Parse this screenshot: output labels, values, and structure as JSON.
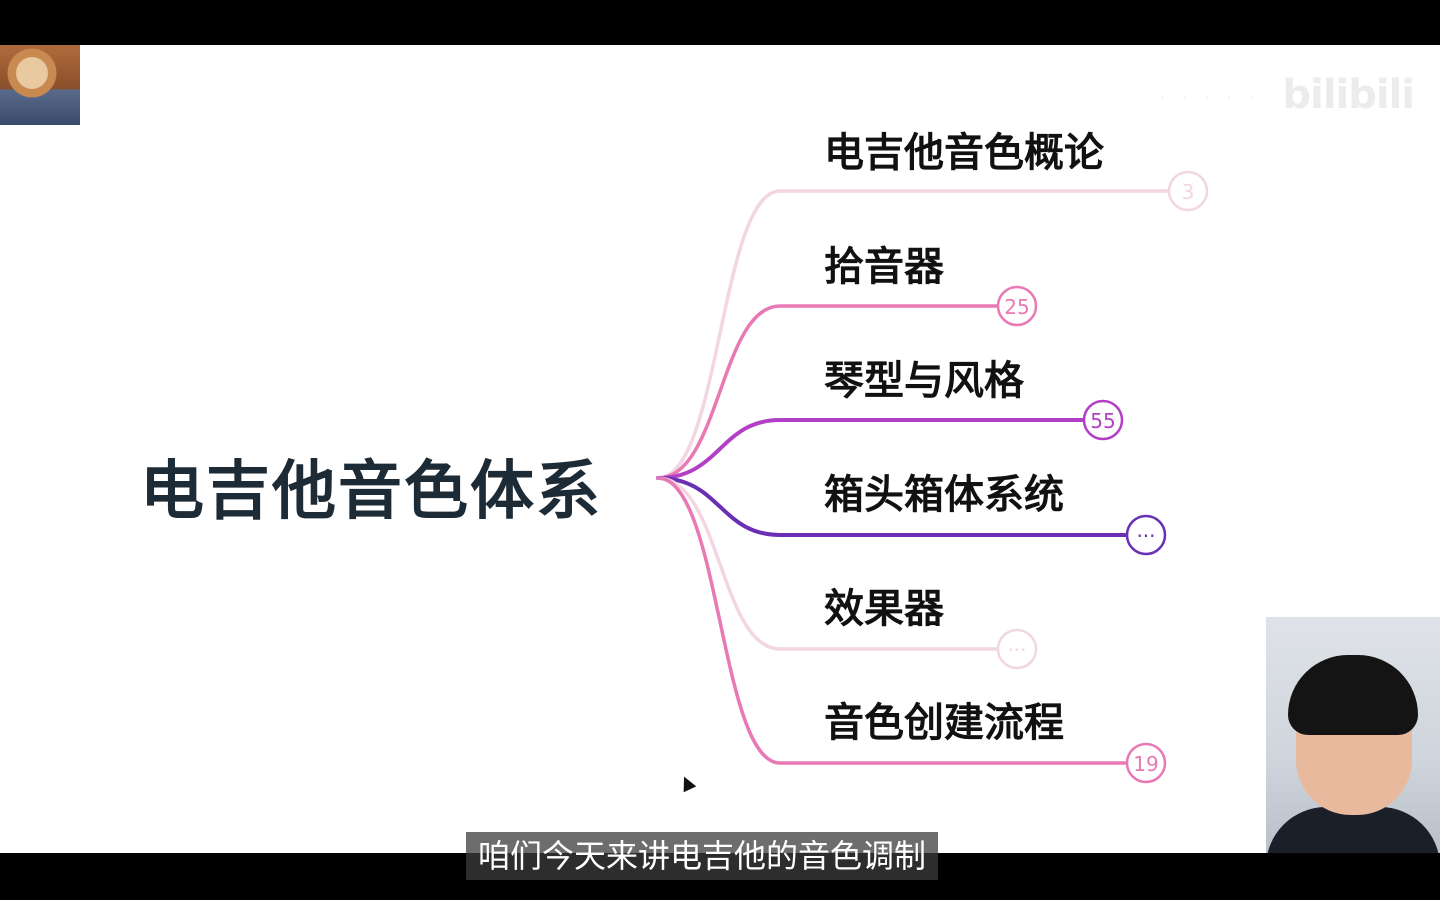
{
  "root": {
    "title": "电吉他音色体系"
  },
  "branches": [
    {
      "label": "电吉他音色概论",
      "badge": "3",
      "color": "#f2d6e2"
    },
    {
      "label": "拾音器",
      "badge": "25",
      "color": "#e879b4"
    },
    {
      "label": "琴型与风格",
      "badge": "55",
      "color": "#b43fc7"
    },
    {
      "label": "箱头箱体系统",
      "badge": "···",
      "color": "#6a2fb5"
    },
    {
      "label": "效果器",
      "badge": "···",
      "color": "#f2d6e2"
    },
    {
      "label": "音色创建流程",
      "badge": "19",
      "color": "#e879b4"
    }
  ],
  "watermark": {
    "text": "bilibili"
  },
  "subtitle": {
    "text": "咱们今天来讲电吉他的音色调制"
  }
}
